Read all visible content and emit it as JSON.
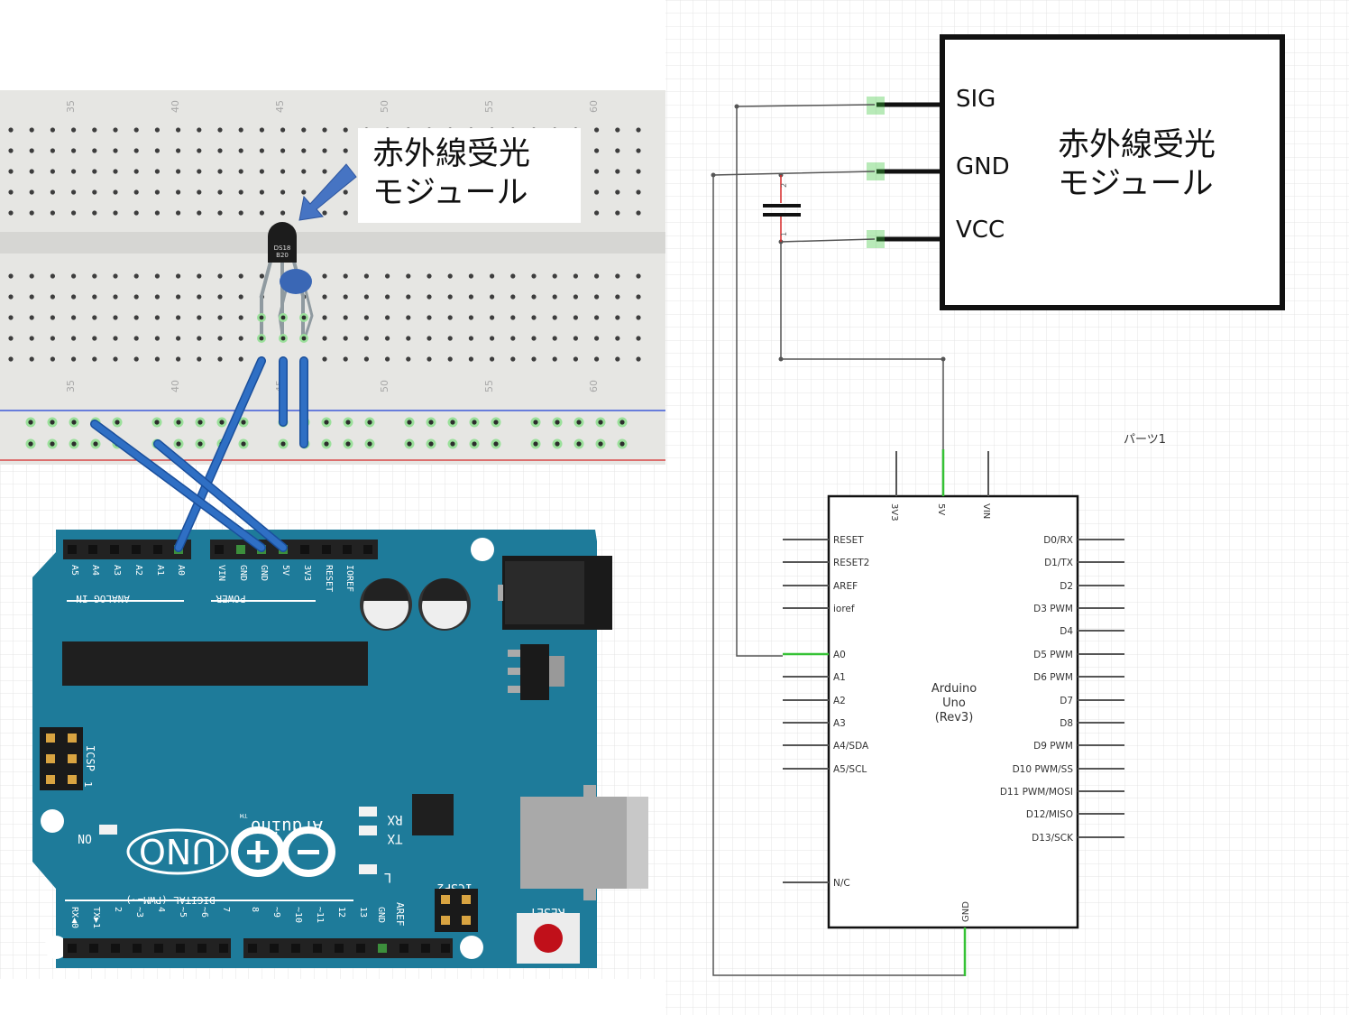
{
  "breadboard": {
    "column_numbers": [
      "35",
      "40",
      "45",
      "50",
      "55",
      "60"
    ],
    "sensor_marking_line1": "DS18",
    "sensor_marking_line2": "B20"
  },
  "callout": {
    "line1": "赤外線受光",
    "line2": "モジュール"
  },
  "arduino_board": {
    "analog_header_pins": [
      "A5",
      "A4",
      "A3",
      "A2",
      "A1",
      "A0"
    ],
    "power_header_pins": [
      "VIN",
      "GND",
      "GND",
      "5V",
      "3V3",
      "RESET",
      "IOREF"
    ],
    "analog_section_label": "ANALOG IN",
    "power_section_label": "POWER",
    "icsp_label": "ICSP",
    "icsp_pin1": "1",
    "icsp2_label": "ICSP2",
    "brand": "Arduino",
    "trademark": "TM",
    "model": "UNO",
    "on_led_label": "ON",
    "led_labels": [
      "TX",
      "RX",
      "L"
    ],
    "digital_label": "DIGITAL (PWM=~)",
    "reset_label": "RESET",
    "aref_label": "AREF",
    "digital_pins": [
      "RX◀0",
      "TX▶1",
      "2",
      "~3",
      "4",
      "~5",
      "~6",
      "7",
      "8",
      "~9",
      "~10",
      "~11",
      "12",
      "13",
      "GND"
    ]
  },
  "schematic": {
    "module": {
      "pins": [
        "SIG",
        "GND",
        "VCC"
      ],
      "title_line1": "赤外線受光",
      "title_line2": "モジュール"
    },
    "capacitor_pins": [
      "2",
      "1"
    ],
    "part_label": "パーツ1",
    "arduino": {
      "top_pins": [
        "3V3",
        "5V",
        "VIN"
      ],
      "left_pins": [
        "RESET",
        "RESET2",
        "AREF",
        "ioref",
        "A0",
        "A1",
        "A2",
        "A3",
        "A4/SDA",
        "A5/SCL",
        "N/C"
      ],
      "right_pins": [
        "D0/RX",
        "D1/TX",
        "D2",
        "D3 PWM",
        "D4",
        "D5 PWM",
        "D6 PWM",
        "D7",
        "D8",
        "D9 PWM",
        "D10 PWM/SS",
        "D11 PWM/MOSI",
        "D12/MISO",
        "D13/SCK"
      ],
      "bottom_pin": "GND",
      "name_line1": "Arduino",
      "name_line2": "Uno",
      "name_line3": "(Rev3)"
    }
  },
  "colors": {
    "board_teal": "#1e7b9a",
    "wire_blue": "#2f6fc4",
    "wire_green": "#35c235",
    "breadboard_bg": "#e6e6e3",
    "rail_red": "#d62828",
    "rail_blue": "#1d3fd6"
  }
}
